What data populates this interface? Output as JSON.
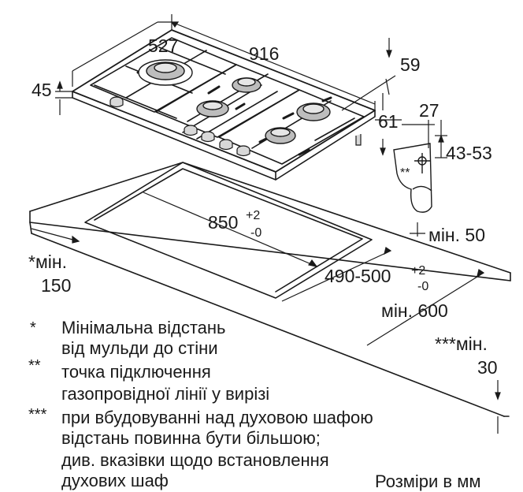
{
  "dimensions": {
    "width_916": "916",
    "depth_527": "527",
    "height_45": "45",
    "offset_59": "59",
    "offset_61": "61",
    "detail_27": "27",
    "detail_43_53": "43-53",
    "detail_marker": "**",
    "cutout_length": "850",
    "cutout_length_tol_plus": "+2",
    "cutout_length_tol_minus": "-0",
    "cutout_depth": "490-500",
    "cutout_depth_tol_plus": "+2",
    "cutout_depth_tol_minus": "-0",
    "min_50": "мін. 50",
    "min_600": "мін. 600",
    "min_150_label": "*мін.",
    "min_150_value": "150",
    "min_30_label": "***мін.",
    "min_30_value": "30"
  },
  "notes": [
    {
      "mark": "*",
      "lines": [
        "Мінімальна відстань",
        "від мульди до стіни"
      ]
    },
    {
      "mark": "**",
      "lines": [
        "точка підключення",
        "газопровідної лінії у вирізі"
      ]
    },
    {
      "mark": "***",
      "lines": [
        "при вбудовуванні над духовою шафою",
        "відстань повинна бути більшою;",
        "див. вказівки щодо встановлення",
        "духових шаф"
      ]
    }
  ],
  "footer": {
    "units": "Розміри в мм"
  },
  "colors": {
    "line": "#1a1a1a",
    "burner_fill": "#bdbdbd",
    "burner_light": "#e6e6e6"
  }
}
